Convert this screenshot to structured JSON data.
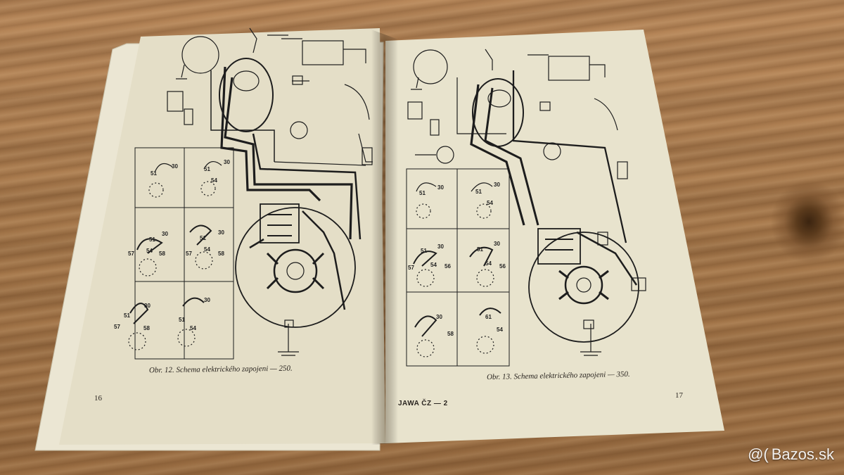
{
  "left_page": {
    "caption": "Obr. 12. Schema elektrického zapojeni — 250.",
    "page_number": "16",
    "switch_labels": [
      "51",
      "30",
      "51",
      "30",
      "54",
      "51",
      "30",
      "51",
      "30",
      "57",
      "54",
      "58",
      "57",
      "54",
      "58",
      "57",
      "30",
      "51",
      "30",
      "58",
      "51",
      "54"
    ]
  },
  "right_page": {
    "caption": "Obr. 13. Schema elektrického zapojeni — 350.",
    "page_number": "17",
    "footer": "JAWA ČZ — 2",
    "switch_labels": [
      "51",
      "30",
      "51",
      "30",
      "54",
      "51",
      "30",
      "51",
      "30",
      "57",
      "54",
      "56",
      "54",
      "56",
      "30",
      "61",
      "58",
      "54"
    ]
  },
  "watermark": {
    "icon": "at-icon",
    "text": "Bazos.sk"
  }
}
